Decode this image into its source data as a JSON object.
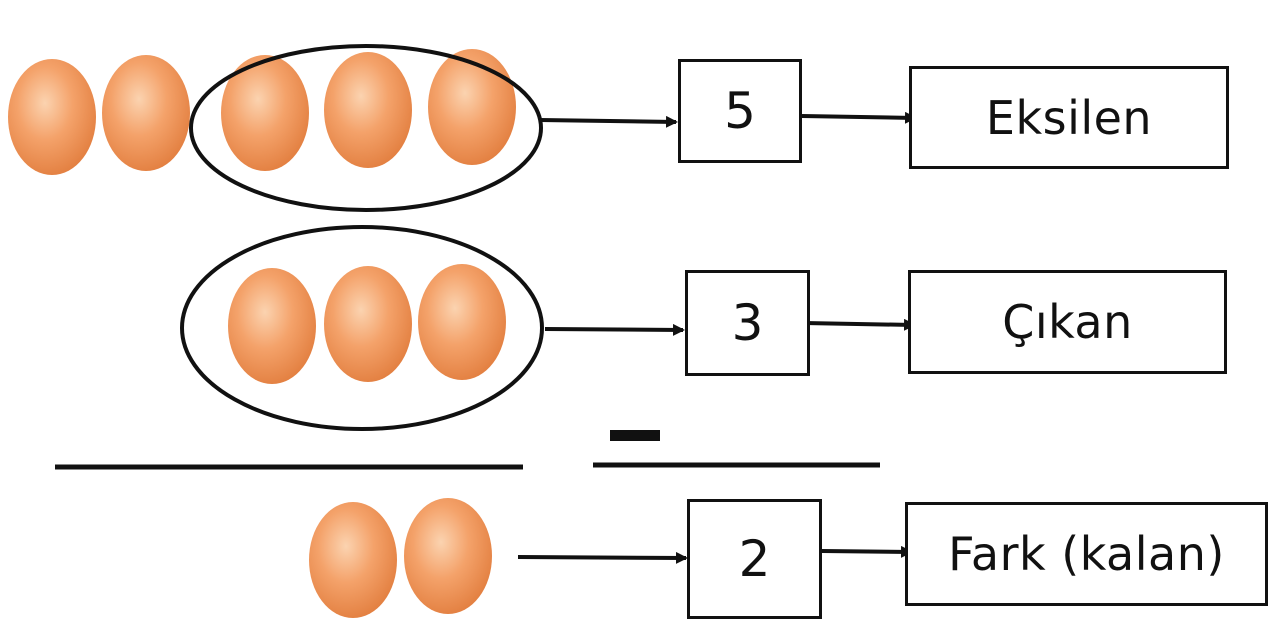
{
  "rows": [
    {
      "number": "5",
      "label": "Eksilen",
      "egg_count": 5,
      "circled_count": 3
    },
    {
      "number": "3",
      "label": "Çıkan",
      "egg_count": 3,
      "circled_count": 3
    },
    {
      "number": "2",
      "label": "Fark (kalan)",
      "egg_count": 2,
      "circled_count": 0
    }
  ],
  "operator": "minus",
  "colors": {
    "egg": "#f4a26a",
    "egg_shadow": "#e07a3a",
    "line": "#111111"
  }
}
